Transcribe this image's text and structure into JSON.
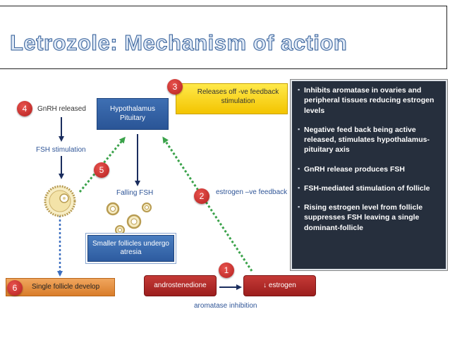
{
  "slide": {
    "title": "Letrozole: Mechanism of action"
  },
  "diagram": {
    "hypothalamus_box": "Hypothalamus Pituitary",
    "releases_box": "Releases off -ve feedback stimulation",
    "smaller_follicles_box": "Smaller follicles undergo atresia",
    "single_follicle_box": "Single follicle develop",
    "androstenedione_box": "androstenedione",
    "estrogen_box": "↓ estrogen",
    "labels": {
      "gnrh_released": "GnRH released",
      "fsh_stimulation": "FSH stimulation",
      "falling_fsh": "Falling FSH",
      "estrogen_feedback": "estrogen –ve feedback",
      "aromatase_inhibition": "aromatase inhibition"
    },
    "steps": [
      "1",
      "2",
      "3",
      "4",
      "5",
      "6"
    ]
  },
  "panel": {
    "bullets": [
      "Inhibits aromatase in ovaries and peripheral tissues reducing estrogen levels",
      "Negative feed back being active released, stimulates hypothalamus-pituitary axis",
      "GnRH release produces FSH",
      "FSH-mediated stimulation of follicle",
      "Rising estrogen level from follicle suppresses FSH leaving a single dominant-follicle"
    ]
  },
  "colors": {
    "title_outline": "#2e5a96",
    "blue_box": "#2d5b9f",
    "yellow_box": "#f3c400",
    "red_box": "#b4201f",
    "orange_box": "#d97d2a",
    "panel_bg": "#262f3d",
    "green_dotted_arrow": "#3aa24a",
    "blue_dotted_arrow": "#3c6fc0",
    "navy_arrow": "#1a2d5e"
  }
}
